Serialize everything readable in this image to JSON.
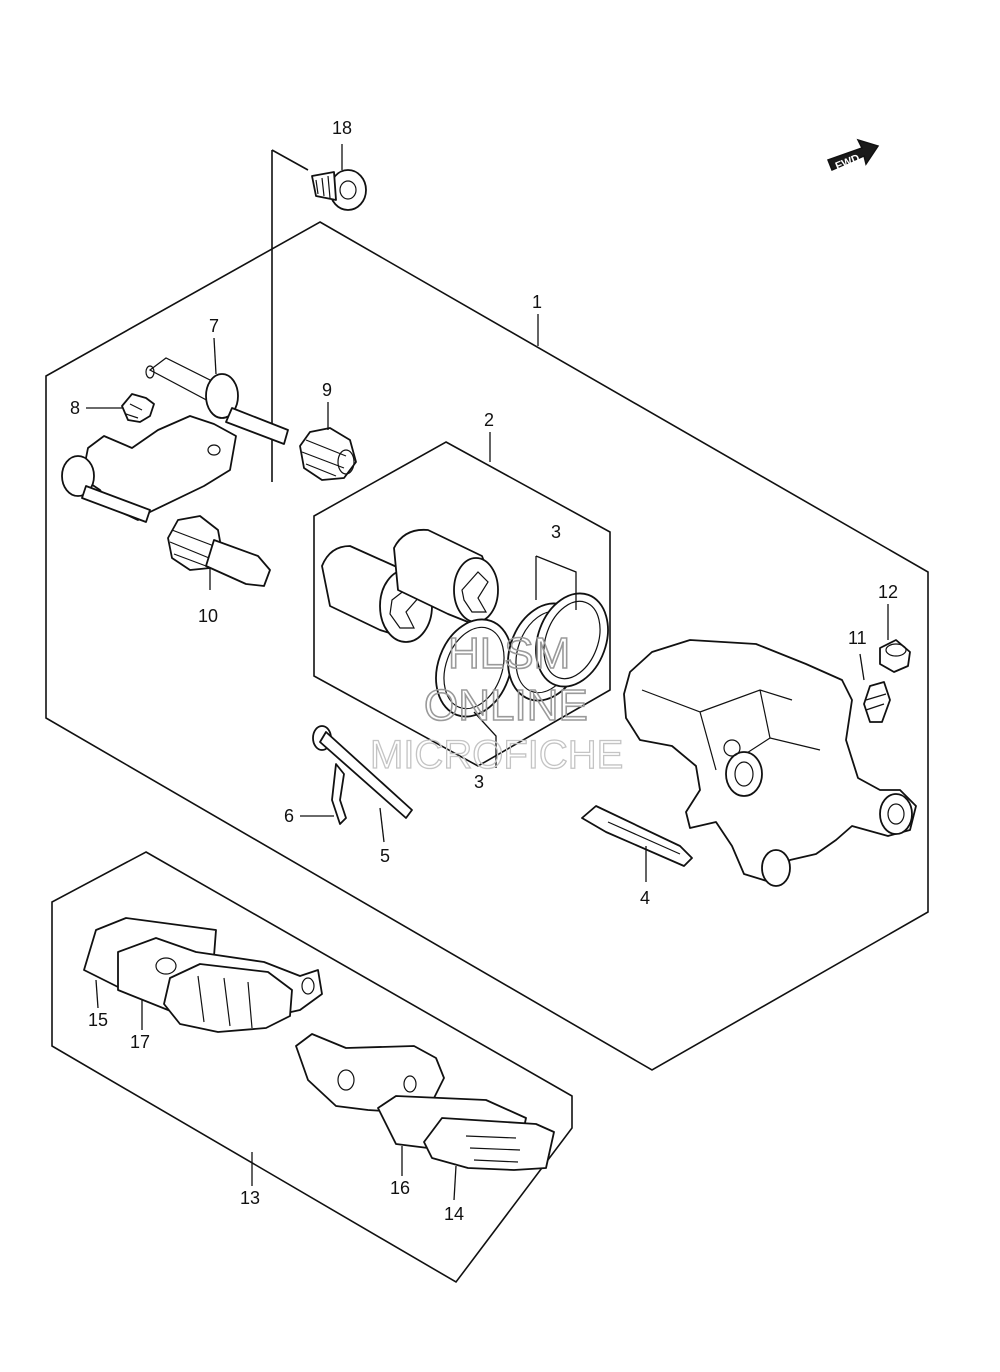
{
  "diagram": {
    "direction_badge": "FWD",
    "watermark": {
      "line1": "HLSM",
      "line2": "ONLINE",
      "line3": "MICROFICHE"
    },
    "callouts": {
      "c1": "1",
      "c2": "2",
      "c3a": "3",
      "c3b": "3",
      "c4": "4",
      "c5": "5",
      "c6": "6",
      "c7": "7",
      "c8": "8",
      "c9": "9",
      "c10": "10",
      "c11": "11",
      "c12": "12",
      "c13": "13",
      "c14": "14",
      "c15": "15",
      "c16": "16",
      "c17": "17",
      "c18": "18"
    }
  }
}
